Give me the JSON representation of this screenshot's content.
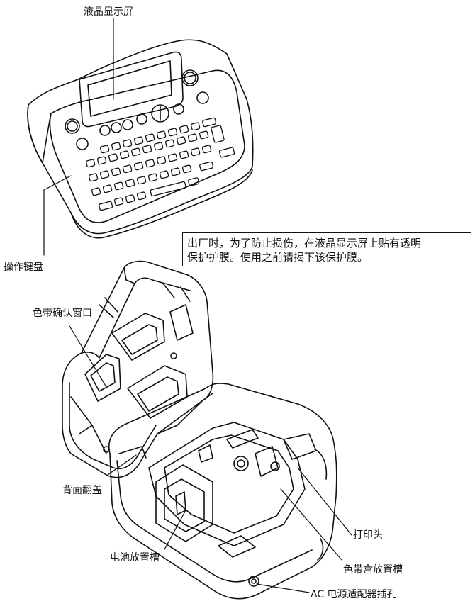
{
  "labels": {
    "lcd": "液晶显示屏",
    "keyboard": "操作键盘",
    "tape_window": "色带确认窗口",
    "back_cover": "背面翻盖",
    "battery": "电池放置槽",
    "print_head": "打印头",
    "tape_compartment": "色带盒放置槽",
    "ac_jack": "AC 电源适配器插孔"
  },
  "note": {
    "line1": "出厂时，为了防止损伤，在液晶显示屏上贴有透明",
    "line2": "保护护膜。使用之前请揭下该保护膜。"
  }
}
